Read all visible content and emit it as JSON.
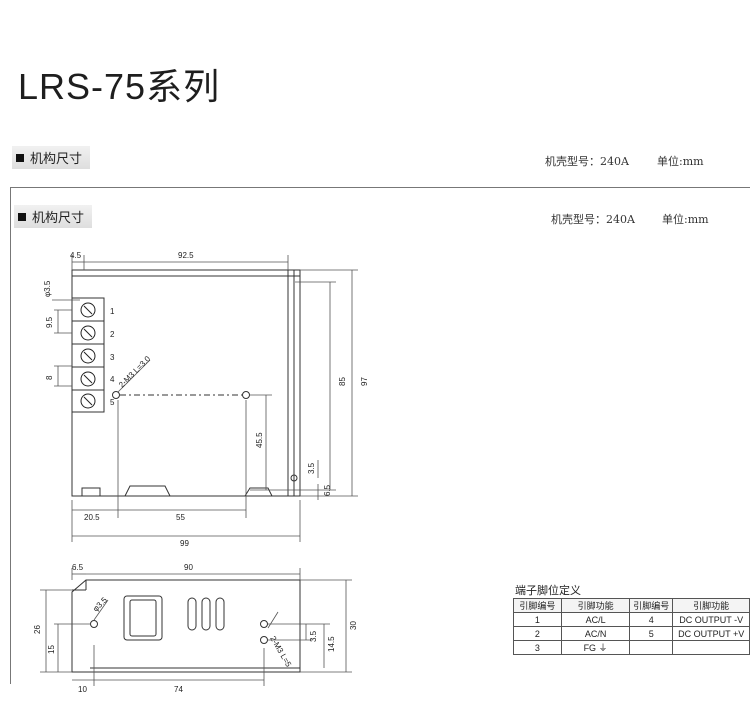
{
  "page": {
    "title": "LRS-75系列",
    "section_label": "机构尺寸",
    "case_no": "机壳型号：240A",
    "unit": "单位:mm"
  },
  "top_view": {
    "dims": {
      "top_margin": "4.5",
      "top_width": "92.5",
      "hole_dia": "φ3.5",
      "pitch": "9.5",
      "terminal_pitch": "8",
      "screw": "2-M3 L=3.0",
      "h_inner": "85",
      "h_total": "97",
      "h_mid": "45.5",
      "right_small_a": "3.5",
      "right_small_b": "6.5",
      "bottom_left": "20.5",
      "bottom_mid": "55",
      "bottom_total": "99"
    },
    "terminals": [
      "1",
      "2",
      "3",
      "4",
      "5"
    ]
  },
  "side_view": {
    "dims": {
      "left_offset": "6.5",
      "width": "90",
      "hole_dia": "φ3.5",
      "height_left": "26",
      "height_low": "15",
      "screw": "2-M3 L=5",
      "right_small": "3.5",
      "right_mid": "14.5",
      "height_total": "30",
      "bottom_left": "10",
      "bottom_mid": "74"
    }
  },
  "pin_table": {
    "caption": "端子脚位定义",
    "headers": [
      "引脚编号",
      "引脚功能",
      "引脚编号",
      "引脚功能"
    ],
    "rows": [
      [
        "1",
        "AC/L",
        "4",
        "DC OUTPUT -V"
      ],
      [
        "2",
        "AC/N",
        "5",
        "DC OUTPUT +V"
      ],
      [
        "3",
        "FG ⏚",
        "",
        ""
      ]
    ]
  }
}
